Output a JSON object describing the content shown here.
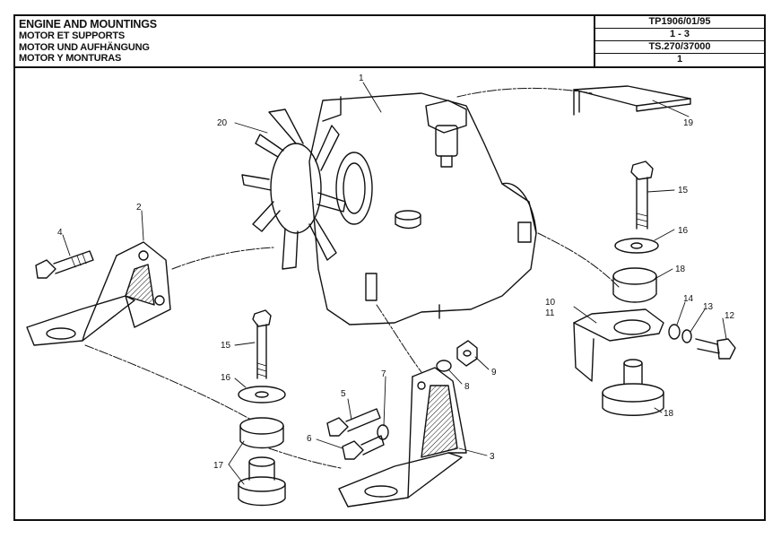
{
  "header": {
    "titles": [
      "ENGINE AND MOUNTINGS",
      "MOTOR ET SUPPORTS",
      "MOTOR UND AUFHÄNGUNG",
      "MOTOR Y MONTURAS"
    ],
    "ref": [
      "TP1906/01/95",
      "1 - 3",
      "TS.270/37000",
      "1"
    ]
  },
  "callouts": {
    "c1": "1",
    "c2": "2",
    "c3": "3",
    "c4": "4",
    "c5": "5",
    "c6": "6",
    "c7": "7",
    "c8": "8",
    "c9": "9",
    "c10": "10",
    "c11": "11",
    "c12": "12",
    "c13": "13",
    "c14": "14",
    "c15a": "15",
    "c15b": "15",
    "c16a": "16",
    "c16b": "16",
    "c17": "17",
    "c18a": "18",
    "c18b": "18",
    "c19": "19",
    "c20": "20"
  }
}
